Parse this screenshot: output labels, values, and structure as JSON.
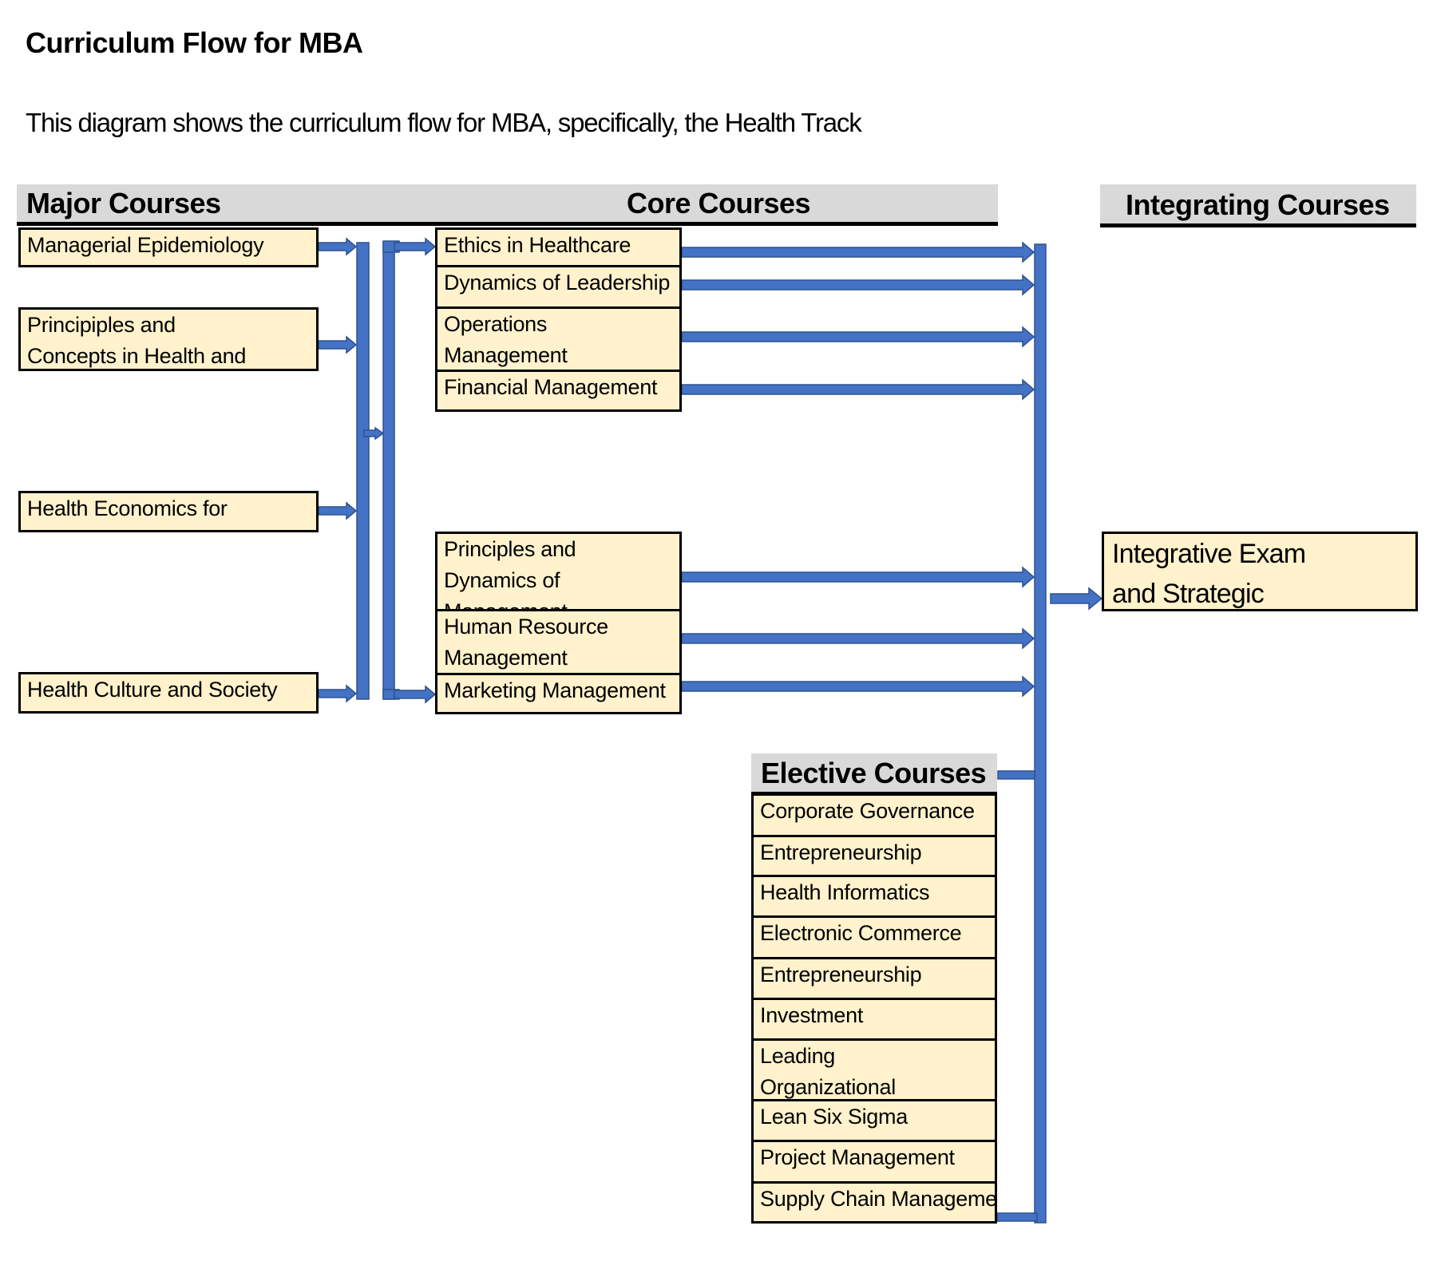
{
  "page": {
    "title": "Curriculum Flow for MBA",
    "subtitle": "This diagram shows the curriculum flow for MBA, specifically, the Health Track"
  },
  "colors": {
    "arrow_fill": "#4472c4",
    "arrow_border": "#2f528f",
    "box_fill": "#fff2cc",
    "header_band": "#d9d9d9"
  },
  "headers": {
    "major": "Major Courses",
    "core": "Core Courses",
    "integrating": "Integrating Courses",
    "elective": "Elective Courses"
  },
  "major_courses": [
    "Managerial Epidemiology",
    "Principiples and Concepts in Health and Development",
    "Health Economics for Managers",
    "Health Culture and Society"
  ],
  "core_courses": [
    "Ethics in Healthcare",
    "Dynamics of Leadership",
    "Operations Management",
    "Financial Management",
    "Principles and Dynamics of Management",
    "Human Resource Management",
    "Marketing Management"
  ],
  "integrating_courses": [
    "Integrative Exam and Strategic Management"
  ],
  "elective_courses": [
    "Corporate Governance",
    "Entrepreneurship",
    "Health Informatics",
    "Electronic Commerce",
    "Entrepreneurship",
    "Investment Management",
    "Leading Organizational Change",
    "Lean Six Sigma",
    "Project Management",
    "Supply Chain Management"
  ]
}
